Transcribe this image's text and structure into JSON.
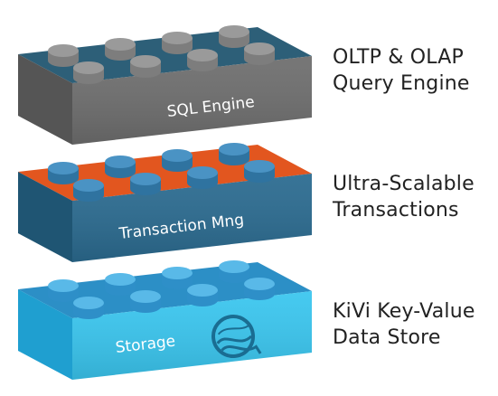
{
  "layers": [
    {
      "name": "SQL Engine",
      "description_line1": "OLTP & OLAP",
      "description_line2": "Query Engine",
      "colors": {
        "top": "#2d5f78",
        "front": "#6e6e6e",
        "side": "#555555",
        "stud": "#7d7d7d",
        "stud_top": "#9a9a9a",
        "label": "#e6e6e6"
      }
    },
    {
      "name": "Transaction Mng",
      "description_line1": "Ultra-Scalable",
      "description_line2": "Transactions",
      "colors": {
        "top": "#e2561f",
        "front": "#2b6b90",
        "side": "#1f5573",
        "stud": "#2f73a0",
        "stud_top": "#4a93c4",
        "label": "#d8e6ef"
      }
    },
    {
      "name": "Storage",
      "description_line1": "KiVi Key-Value",
      "description_line2": "Data Store",
      "colors": {
        "top": "#2c8fc6",
        "front": "#3ac6ef",
        "side": "#1f9fd0",
        "stud": "#2e8fc8",
        "stud_top": "#59b9e8",
        "label": "#174a66"
      },
      "logo_icon": "wave-q-logo"
    }
  ]
}
